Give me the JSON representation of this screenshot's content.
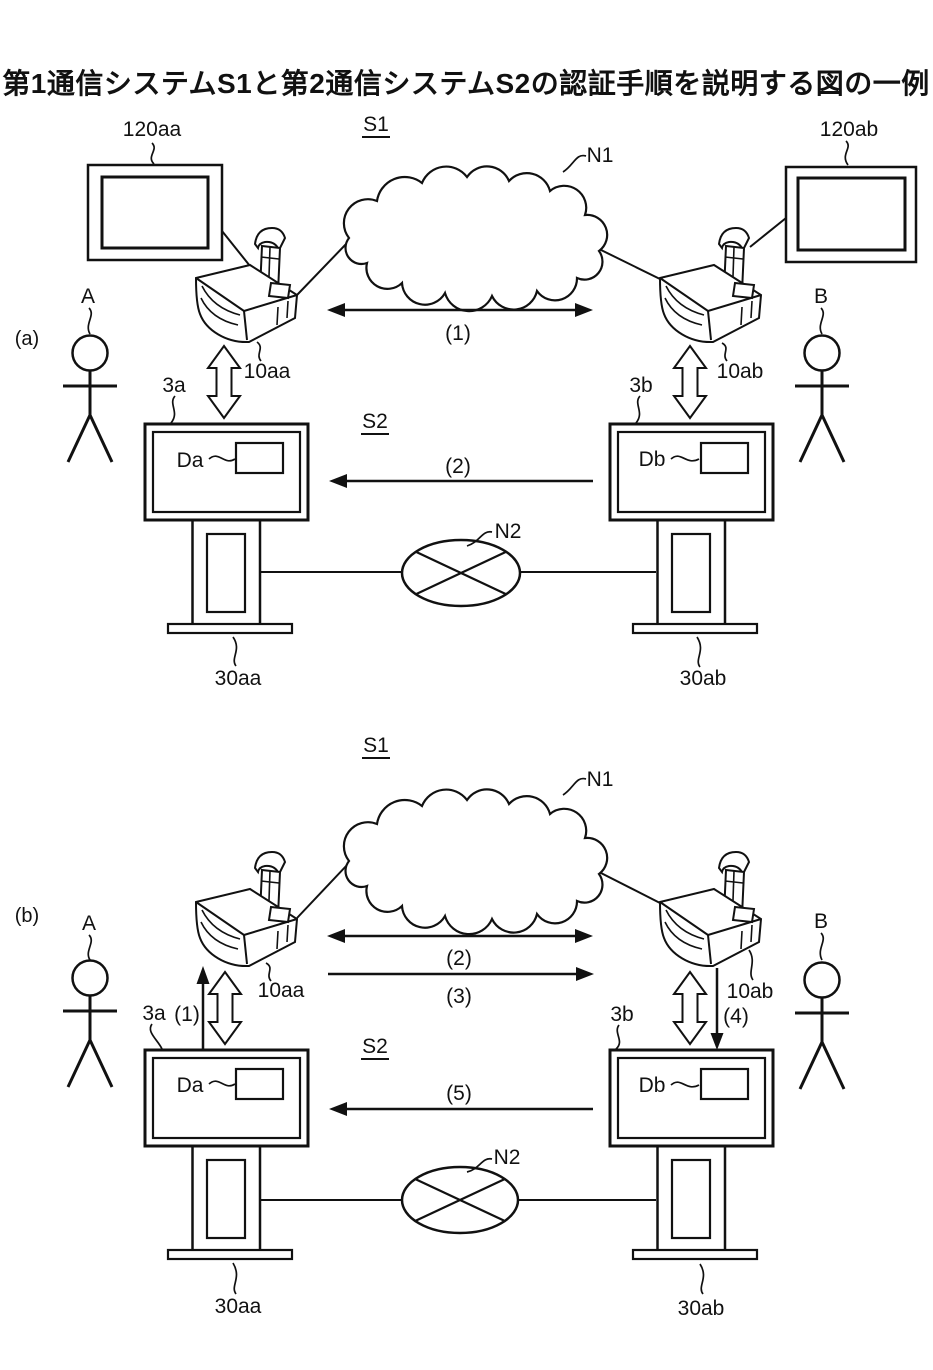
{
  "title": "第1通信システムS1と第2通信システムS2の認証手順を説明する図の一例",
  "panel_a": {
    "label": "(a)",
    "system1": "S1",
    "system2": "S2",
    "network1": "N1",
    "network2": "N2",
    "tv_left": "120aa",
    "tv_right": "120ab",
    "terminal_left": "10aa",
    "terminal_right": "10ab",
    "display_left": "3a",
    "display_right": "3b",
    "data_left": "Da",
    "data_right": "Db",
    "stand_left": "30aa",
    "stand_right": "30ab",
    "user_left": "A",
    "user_right": "B",
    "step1": "(1)",
    "step2": "(2)"
  },
  "panel_b": {
    "label": "(b)",
    "system1": "S1",
    "system2": "S2",
    "network1": "N1",
    "network2": "N2",
    "terminal_left": "10aa",
    "terminal_right": "10ab",
    "display_left": "3a",
    "display_right": "3b",
    "data_left": "Da",
    "data_right": "Db",
    "stand_left": "30aa",
    "stand_right": "30ab",
    "user_left": "A",
    "user_right": "B",
    "step1": "(1)",
    "step2": "(2)",
    "step3": "(3)",
    "step4": "(4)",
    "step5": "(5)"
  }
}
